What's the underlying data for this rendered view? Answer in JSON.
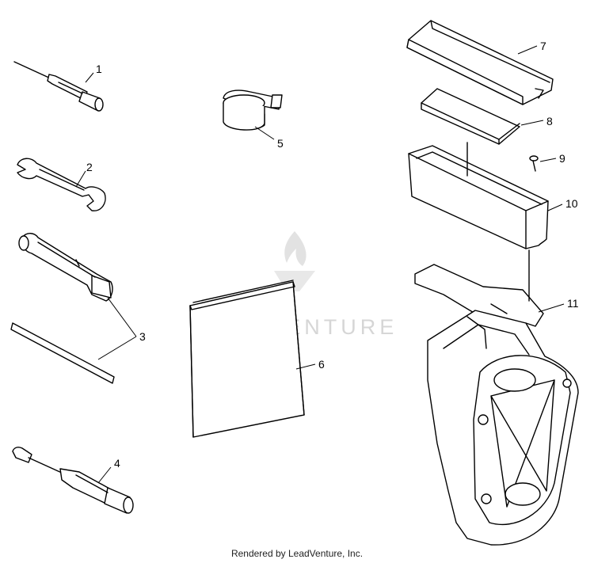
{
  "callouts": {
    "c1": "1",
    "c2": "2",
    "c3": "3",
    "c4": "4",
    "c5": "5",
    "c6": "6",
    "c7": "7",
    "c8": "8",
    "c9": "9",
    "c10": "10",
    "c11": "11"
  },
  "watermark": "LEADVENTURE",
  "footer": "Rendered by LeadVenture, Inc."
}
